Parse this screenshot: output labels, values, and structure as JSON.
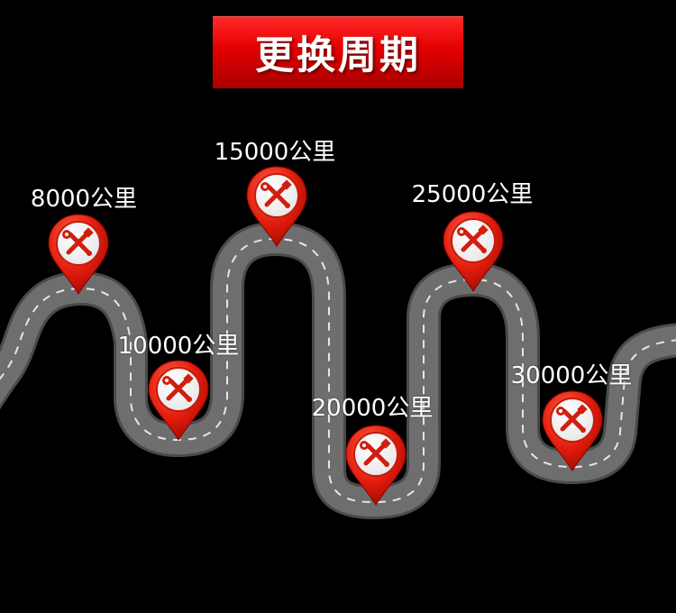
{
  "title": "更换周期",
  "markers": [
    {
      "label": "8000公里",
      "icon": "repair-tools-icon"
    },
    {
      "label": "10000公里",
      "icon": "repair-tools-icon"
    },
    {
      "label": "15000公里",
      "icon": "repair-tools-icon"
    },
    {
      "label": "20000公里",
      "icon": "repair-tools-icon"
    },
    {
      "label": "25000公里",
      "icon": "repair-tools-icon"
    },
    {
      "label": "30000公里",
      "icon": "repair-tools-icon"
    }
  ],
  "colors": {
    "background": "#000000",
    "banner": "#e40000",
    "road": "#6e6e6e",
    "road_edge": "#5a5a5a",
    "road_line": "#e6e6e6",
    "pin": "#e31d0e",
    "pin_inner": "#ffffff",
    "icon": "#d21e0e"
  }
}
